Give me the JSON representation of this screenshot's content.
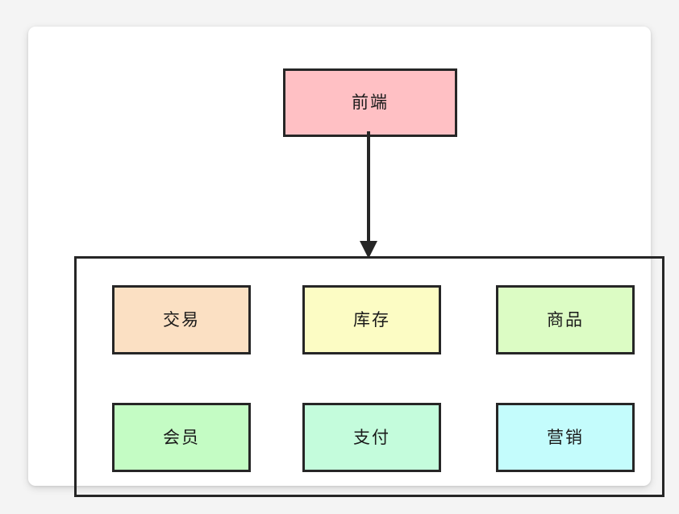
{
  "diagram": {
    "type": "architecture-block-diagram",
    "background_color": "#f4f4f4",
    "card_color": "#ffffff",
    "border_color": "#262626",
    "text_color": "#1a1a1a",
    "frontend": {
      "label": "前端",
      "fill": "#ffc0c4"
    },
    "services_container": {
      "label": "",
      "fill": "transparent",
      "border": "#262626"
    },
    "connector": {
      "name": "arrow-frontend-to-services",
      "from": "前端",
      "to": "services-container",
      "direction": "down",
      "style": "solid",
      "arrowhead": "filled-triangle",
      "color": "#262626"
    },
    "modules": [
      {
        "label": "交易",
        "fill": "#fbe0c3",
        "row": 0,
        "col": 0
      },
      {
        "label": "库存",
        "fill": "#fcfcc4",
        "row": 0,
        "col": 1
      },
      {
        "label": "商品",
        "fill": "#dcfcc4",
        "row": 0,
        "col": 2
      },
      {
        "label": "会员",
        "fill": "#c4fcc4",
        "row": 1,
        "col": 0
      },
      {
        "label": "支付",
        "fill": "#c4fcdc",
        "row": 1,
        "col": 1
      },
      {
        "label": "营销",
        "fill": "#c4fcfc",
        "row": 1,
        "col": 2
      }
    ]
  }
}
